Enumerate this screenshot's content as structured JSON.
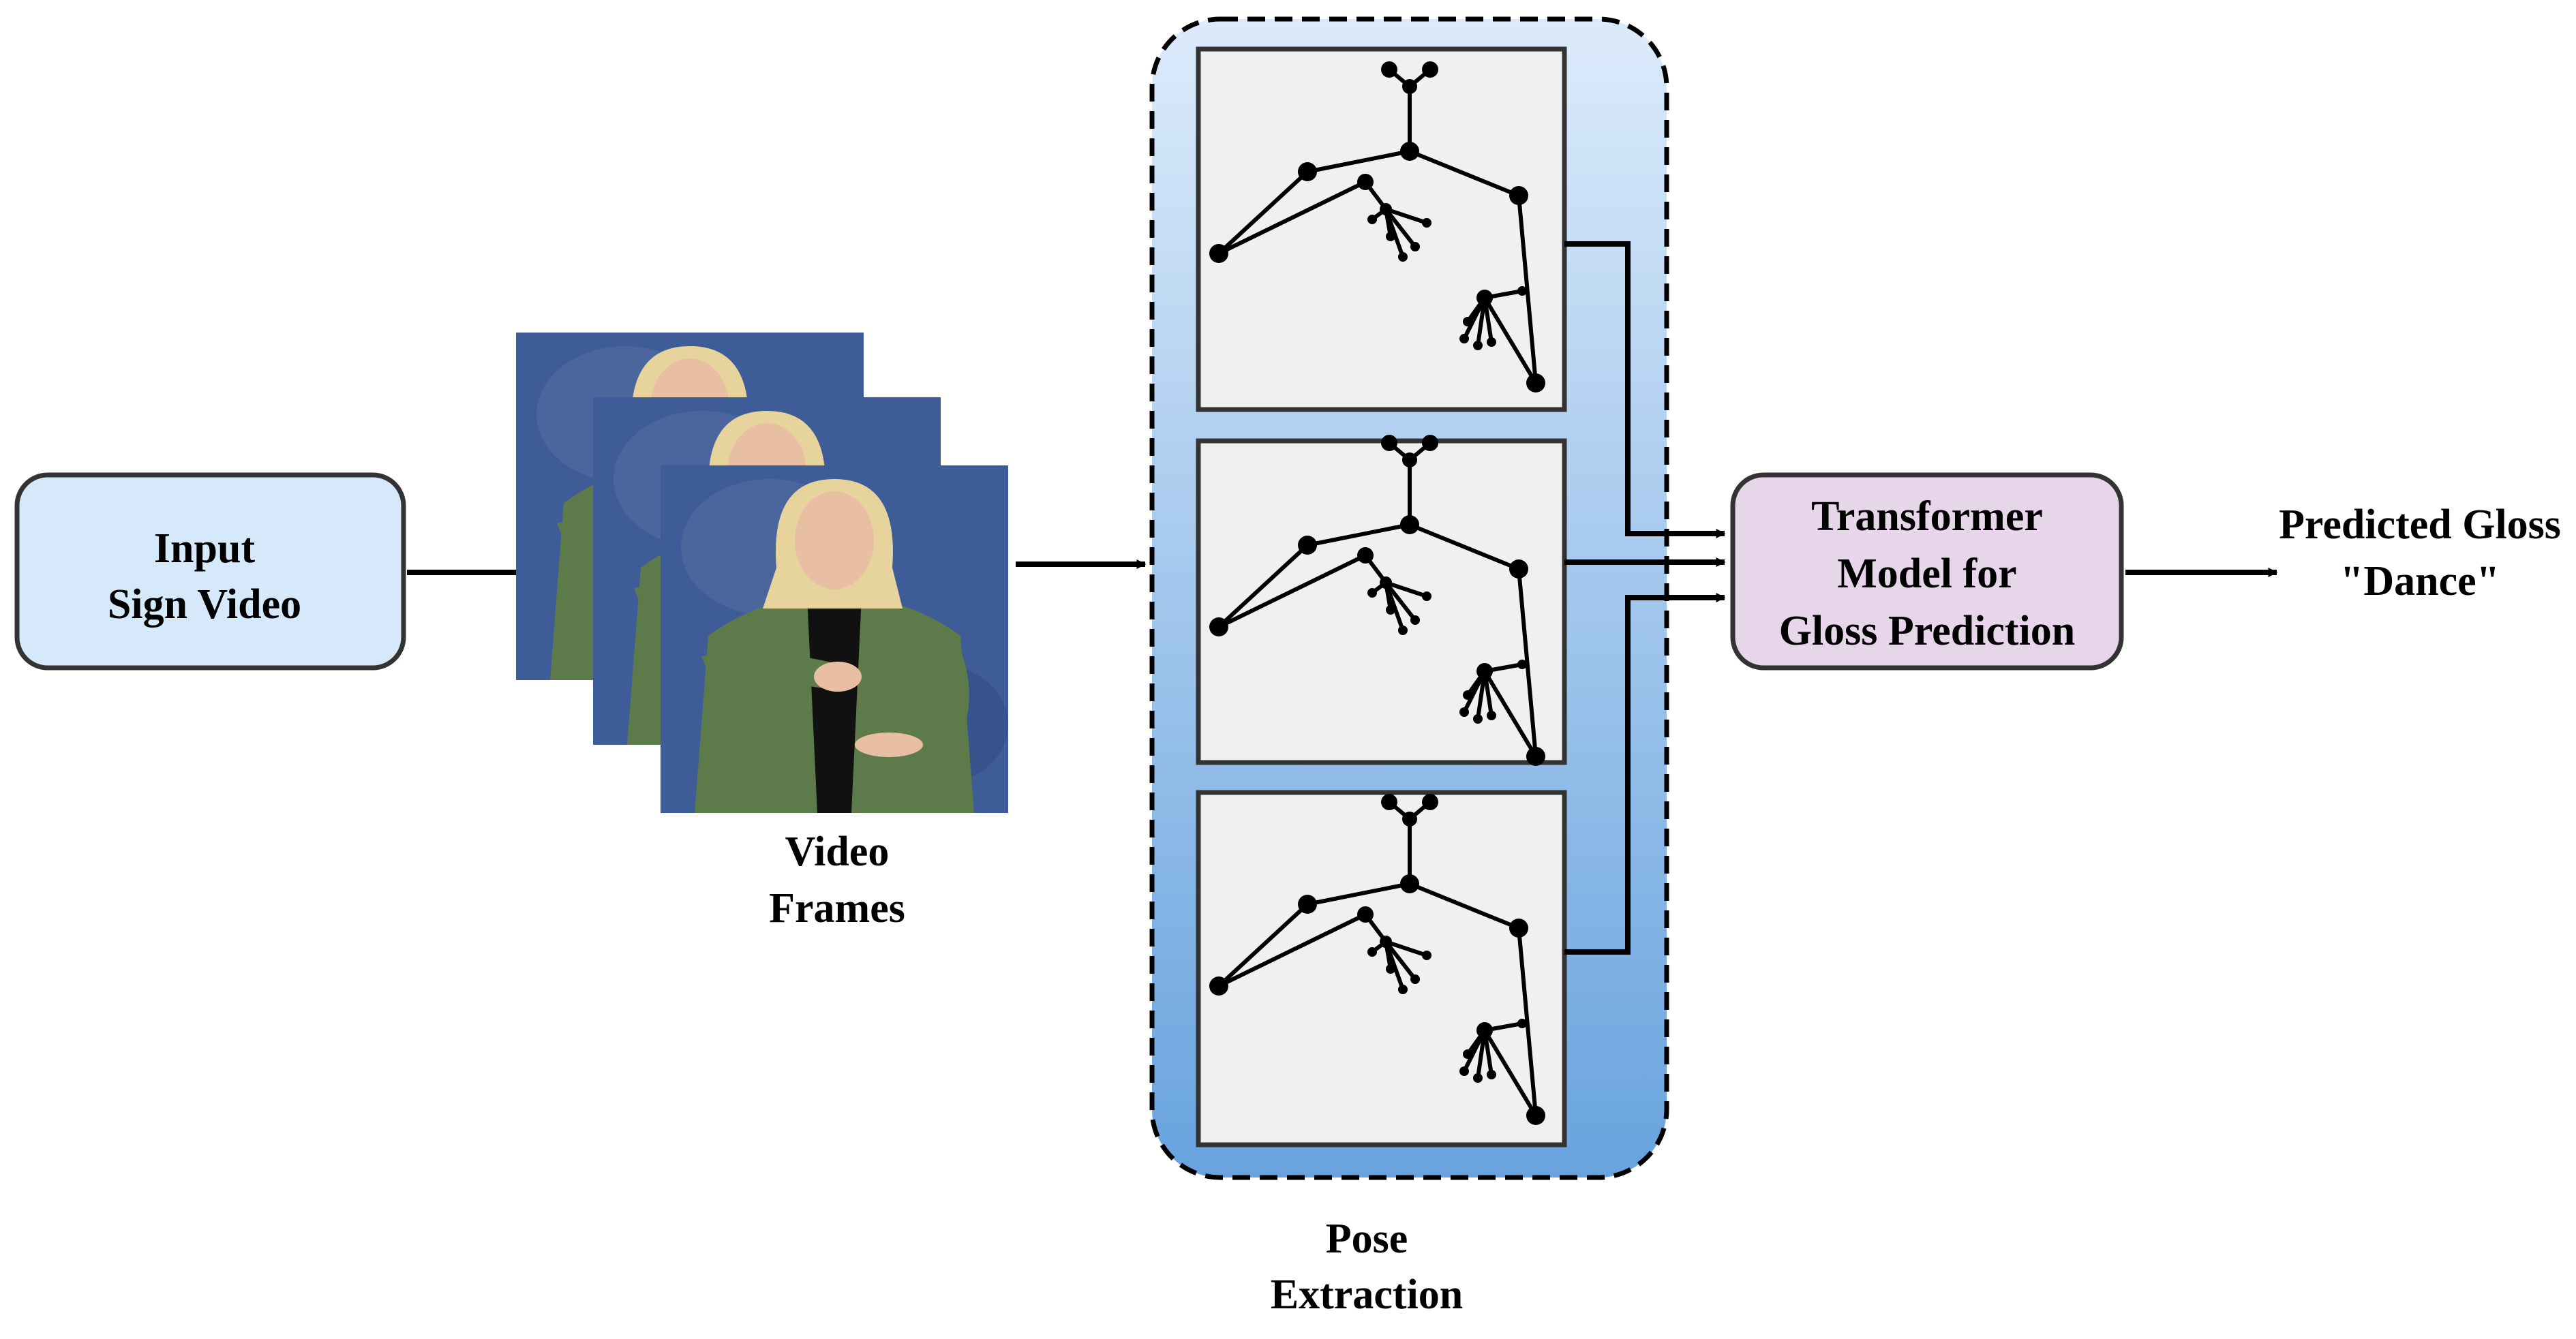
{
  "input_box": {
    "line1": "Input",
    "line2": "Sign Video",
    "fill": "#d6e9fb"
  },
  "video_frames": {
    "line1": "Video",
    "line2": "Frames",
    "backdrop": "#3e5c98",
    "sweater": "#5d7a4a",
    "hair": "#e7d39c",
    "skin": "#e8bfa2"
  },
  "pose_extraction": {
    "line1": "Pose",
    "line2": "Extraction",
    "gradient_top": "#dcebfb",
    "gradient_bottom": "#68a3de",
    "frame_count": 3,
    "panel_fill": "#f0f0f0"
  },
  "model_box": {
    "line1": "Transformer",
    "line2": "Model for",
    "line3": "Gloss Prediction",
    "fill": "#e7d5ea"
  },
  "output": {
    "line1": "Predicted Gloss",
    "line2": "\"Dance\""
  }
}
